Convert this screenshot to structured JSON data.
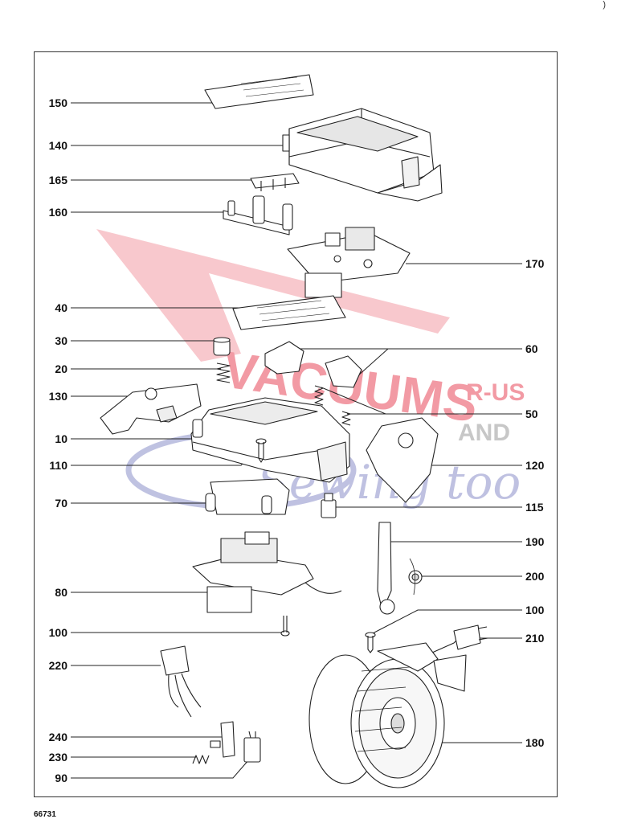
{
  "page": {
    "doc_number": "66731",
    "corner_mark": ")"
  },
  "watermark": {
    "brand": "VACUUMS",
    "suffix_1": "R-US",
    "suffix_2": "AND",
    "script": "Sewing too",
    "colors": {
      "red": "#e8485a",
      "blue": "#8b8fc9"
    }
  },
  "callouts": {
    "left": [
      "150",
      "140",
      "165",
      "160",
      "40",
      "30",
      "20",
      "130",
      "10",
      "110",
      "70",
      "80",
      "100",
      "220",
      "240",
      "230",
      "90"
    ],
    "right": [
      "170",
      "60",
      "50",
      "120",
      "115",
      "190",
      "200",
      "100",
      "210",
      "180"
    ]
  },
  "colors": {
    "line": "#222222",
    "part_fill": "#ffffff",
    "shade": "#cfcfcf"
  }
}
